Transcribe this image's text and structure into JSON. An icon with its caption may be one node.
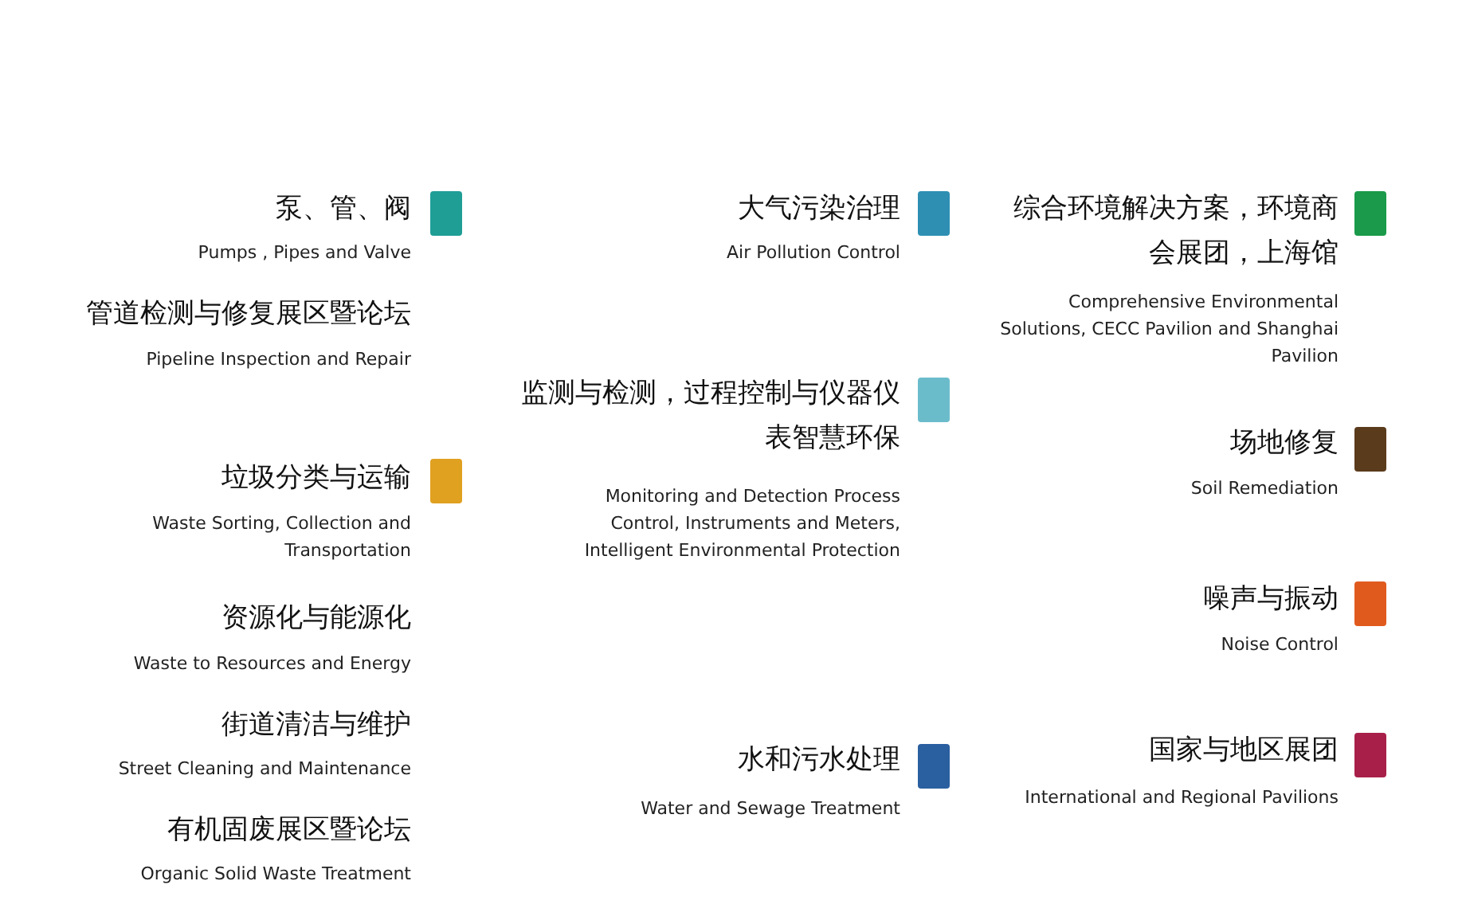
{
  "diagram": {
    "legend": [
      {
        "text": "泵、管、阀",
        "color": "#1f9e96"
      },
      {
        "text": "垃圾分类与运输",
        "color": "#e0a020"
      },
      {
        "text": "大气污染治理",
        "color": "#2e8fb3"
      },
      {
        "text": "监测与检测，过程控制与仪器仪表智慧环保",
        "color": "#6bbccb"
      },
      {
        "text": "水和污水处理",
        "color": "#2a5fa0"
      },
      {
        "text": "综合环境解决方案，环境商会展团，上海馆",
        "color": "#1a9a4a"
      },
      {
        "text": "场地修复",
        "color": "#5a3b1c"
      },
      {
        "text": "噪声与振动",
        "color": "#e05a1e"
      },
      {
        "text": "国家与地区展团",
        "color": "#a8204a"
      }
    ],
    "labels": [
      "Pumps , Pipes and Valve",
      "管道检测与修复展区暨论坛",
      "Pipeline Inspection and Repair",
      "Waste Sorting, Collection and Transportation",
      "资源化与能源化",
      "Waste to Resources and Energy",
      "街道清洁与维护",
      "Street Cleaning and Maintenance",
      "有机固废展区暨论坛",
      "Organic Solid Waste Treatment",
      "Air Pollution Control",
      "Monitoring and Detection Process Control, Instruments and Meters, Intelligent Environmental Protection",
      "Water and Sewage Treatment",
      "Comprehensive Environmental Solutions, CECC Pavilion and Shanghai Pavilion",
      "Soil Remediation",
      "Noise Control",
      "International and Regional Pavilions"
    ]
  }
}
